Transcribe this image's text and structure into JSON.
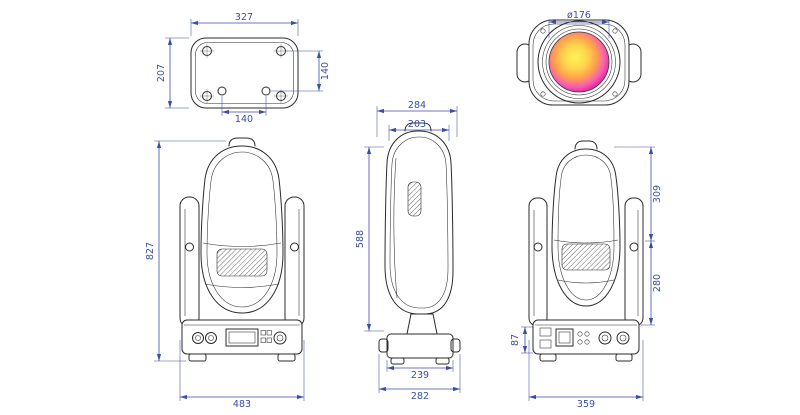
{
  "colors": {
    "dimension_line": "#3b4ea5",
    "outline": "#2b2b2b",
    "lens_center": "#fff35c",
    "lens_mid": "#ff9e4e",
    "lens_edge": "#c40d86"
  },
  "views": {
    "base_top": {
      "width": "327",
      "depth": "207",
      "hole_spacing_vertical": "140",
      "hole_spacing_horizontal": "140"
    },
    "lens_front": {
      "lens_diameter": "ø176"
    },
    "front": {
      "overall_height": "827",
      "overall_width": "483"
    },
    "side": {
      "head_depth": "284",
      "body_depth": "203",
      "body_height": "588",
      "base_length": "239",
      "base_overall_depth": "282"
    },
    "rear": {
      "head_height": "309",
      "lower_height": "280",
      "base_height": "87",
      "overall_width": "359"
    }
  }
}
